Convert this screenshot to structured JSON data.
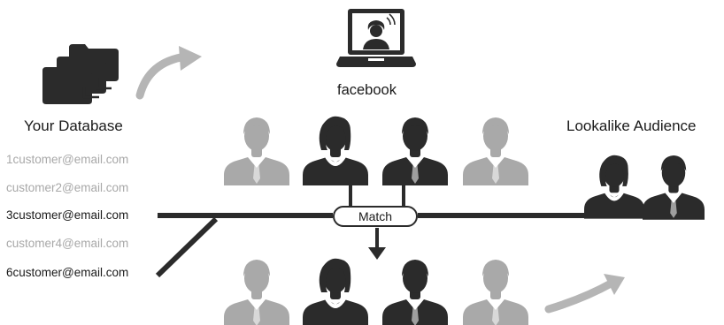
{
  "database": {
    "title": "Your Database",
    "emails": [
      {
        "text": "1customer@email.com",
        "matched": false
      },
      {
        "text": "customer2@email.com",
        "matched": false
      },
      {
        "text": "3customer@email.com",
        "matched": true
      },
      {
        "text": "customer4@email.com",
        "matched": false
      },
      {
        "text": "6customer@email.com",
        "matched": true
      }
    ]
  },
  "platform": {
    "name": "facebook",
    "icon": "laptop-icon"
  },
  "match": {
    "label": "Match"
  },
  "lookalike": {
    "title": "Lookalike Audience"
  },
  "colors": {
    "dark": "#2b2b2b",
    "light_figure": "#a9a9a9",
    "dim_text": "#a8a8a8"
  }
}
